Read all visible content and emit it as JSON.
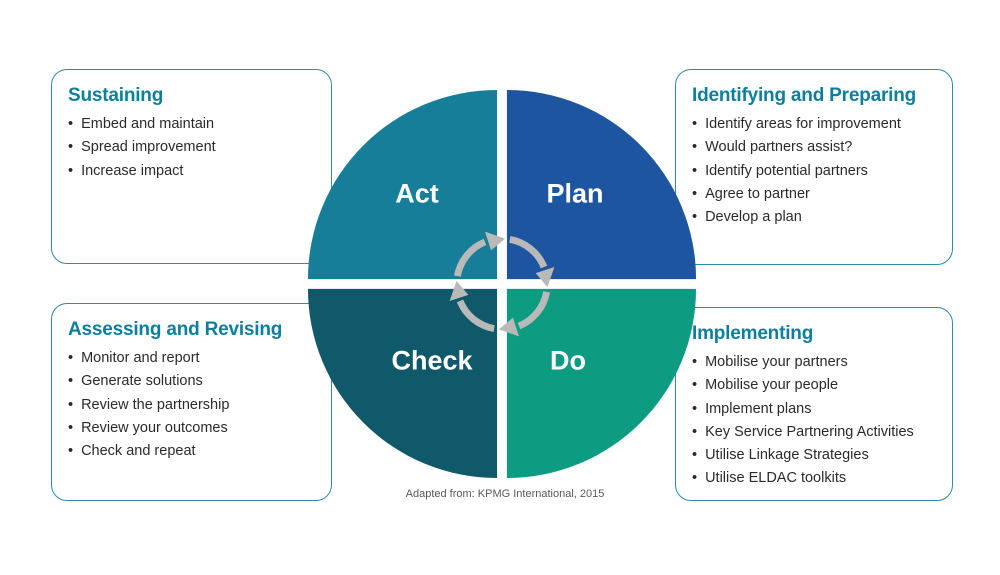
{
  "colors": {
    "act": "#177e99",
    "plan": "#1e55a0",
    "check": "#10596a",
    "do": "#0d9b82",
    "arrow": "#b9b9b9",
    "title": "#0d7f9e",
    "border": "#2e8ca6",
    "text": "#2b2a2a",
    "caption": "#57585a"
  },
  "quadrants": {
    "act": "Act",
    "plan": "Plan",
    "check": "Check",
    "do": "Do"
  },
  "boxes": [
    {
      "title": "Sustaining",
      "bullets": [
        "Embed and maintain",
        "Spread improvement",
        "Increase impact"
      ]
    },
    {
      "title": "Identifying and Preparing",
      "bullets": [
        "Identify areas for improvement",
        "Would partners assist?",
        "Identify potential partners",
        "Agree to partner",
        "Develop a plan"
      ]
    },
    {
      "title": "Assessing and Revising",
      "bullets": [
        "Monitor and report",
        "Generate solutions",
        "Review the partnership",
        "Review your outcomes",
        "Check and repeat"
      ]
    },
    {
      "title": "Implementing",
      "bullets": [
        "Mobilise your partners",
        "Mobilise your people",
        "Implement plans",
        "Key Service Partnering Activities",
        "Utilise Linkage Strategies",
        "Utilise ELDAC toolkits"
      ]
    }
  ],
  "caption": "Adapted from: KPMG International, 2015"
}
